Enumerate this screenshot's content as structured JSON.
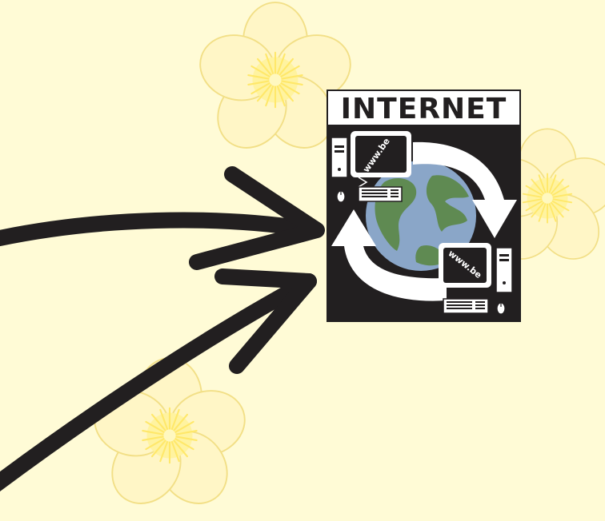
{
  "sign": {
    "title": "INTERNET",
    "screen_text_1": "www.be",
    "screen_text_2": "www.be"
  },
  "colors": {
    "background": "#fffbd6",
    "flower_fill": "#fff6c6",
    "flower_outline": "#f7e58a",
    "flower_center": "#fff27a",
    "stroke": "#221f20",
    "globe_ocean": "#8aa6c8",
    "globe_land": "#5f8a52"
  }
}
